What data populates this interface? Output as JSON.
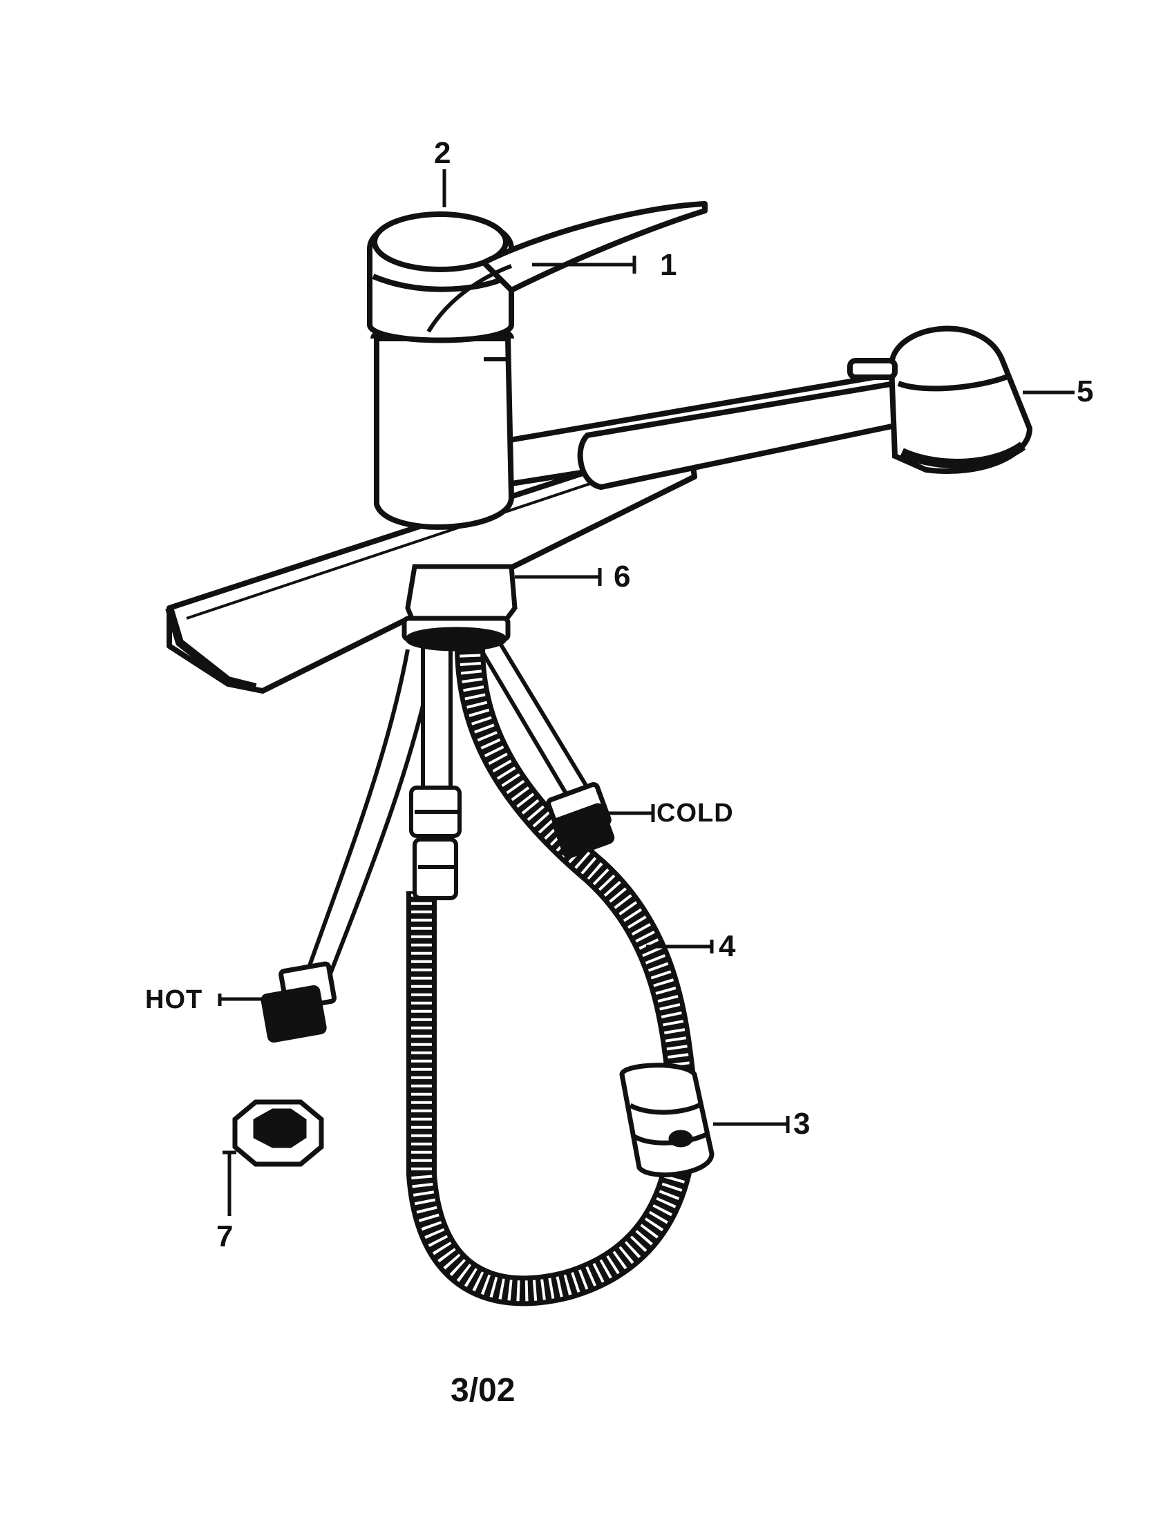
{
  "callouts": {
    "c1": "1",
    "c2": "2",
    "c3": "3",
    "c4": "4",
    "c5": "5",
    "c6": "6",
    "c7": "7",
    "hot": "HOT",
    "cold": "COLD"
  },
  "footer": {
    "date_code": "3/02"
  },
  "colors": {
    "ink": "#111111",
    "paper": "#ffffff"
  }
}
